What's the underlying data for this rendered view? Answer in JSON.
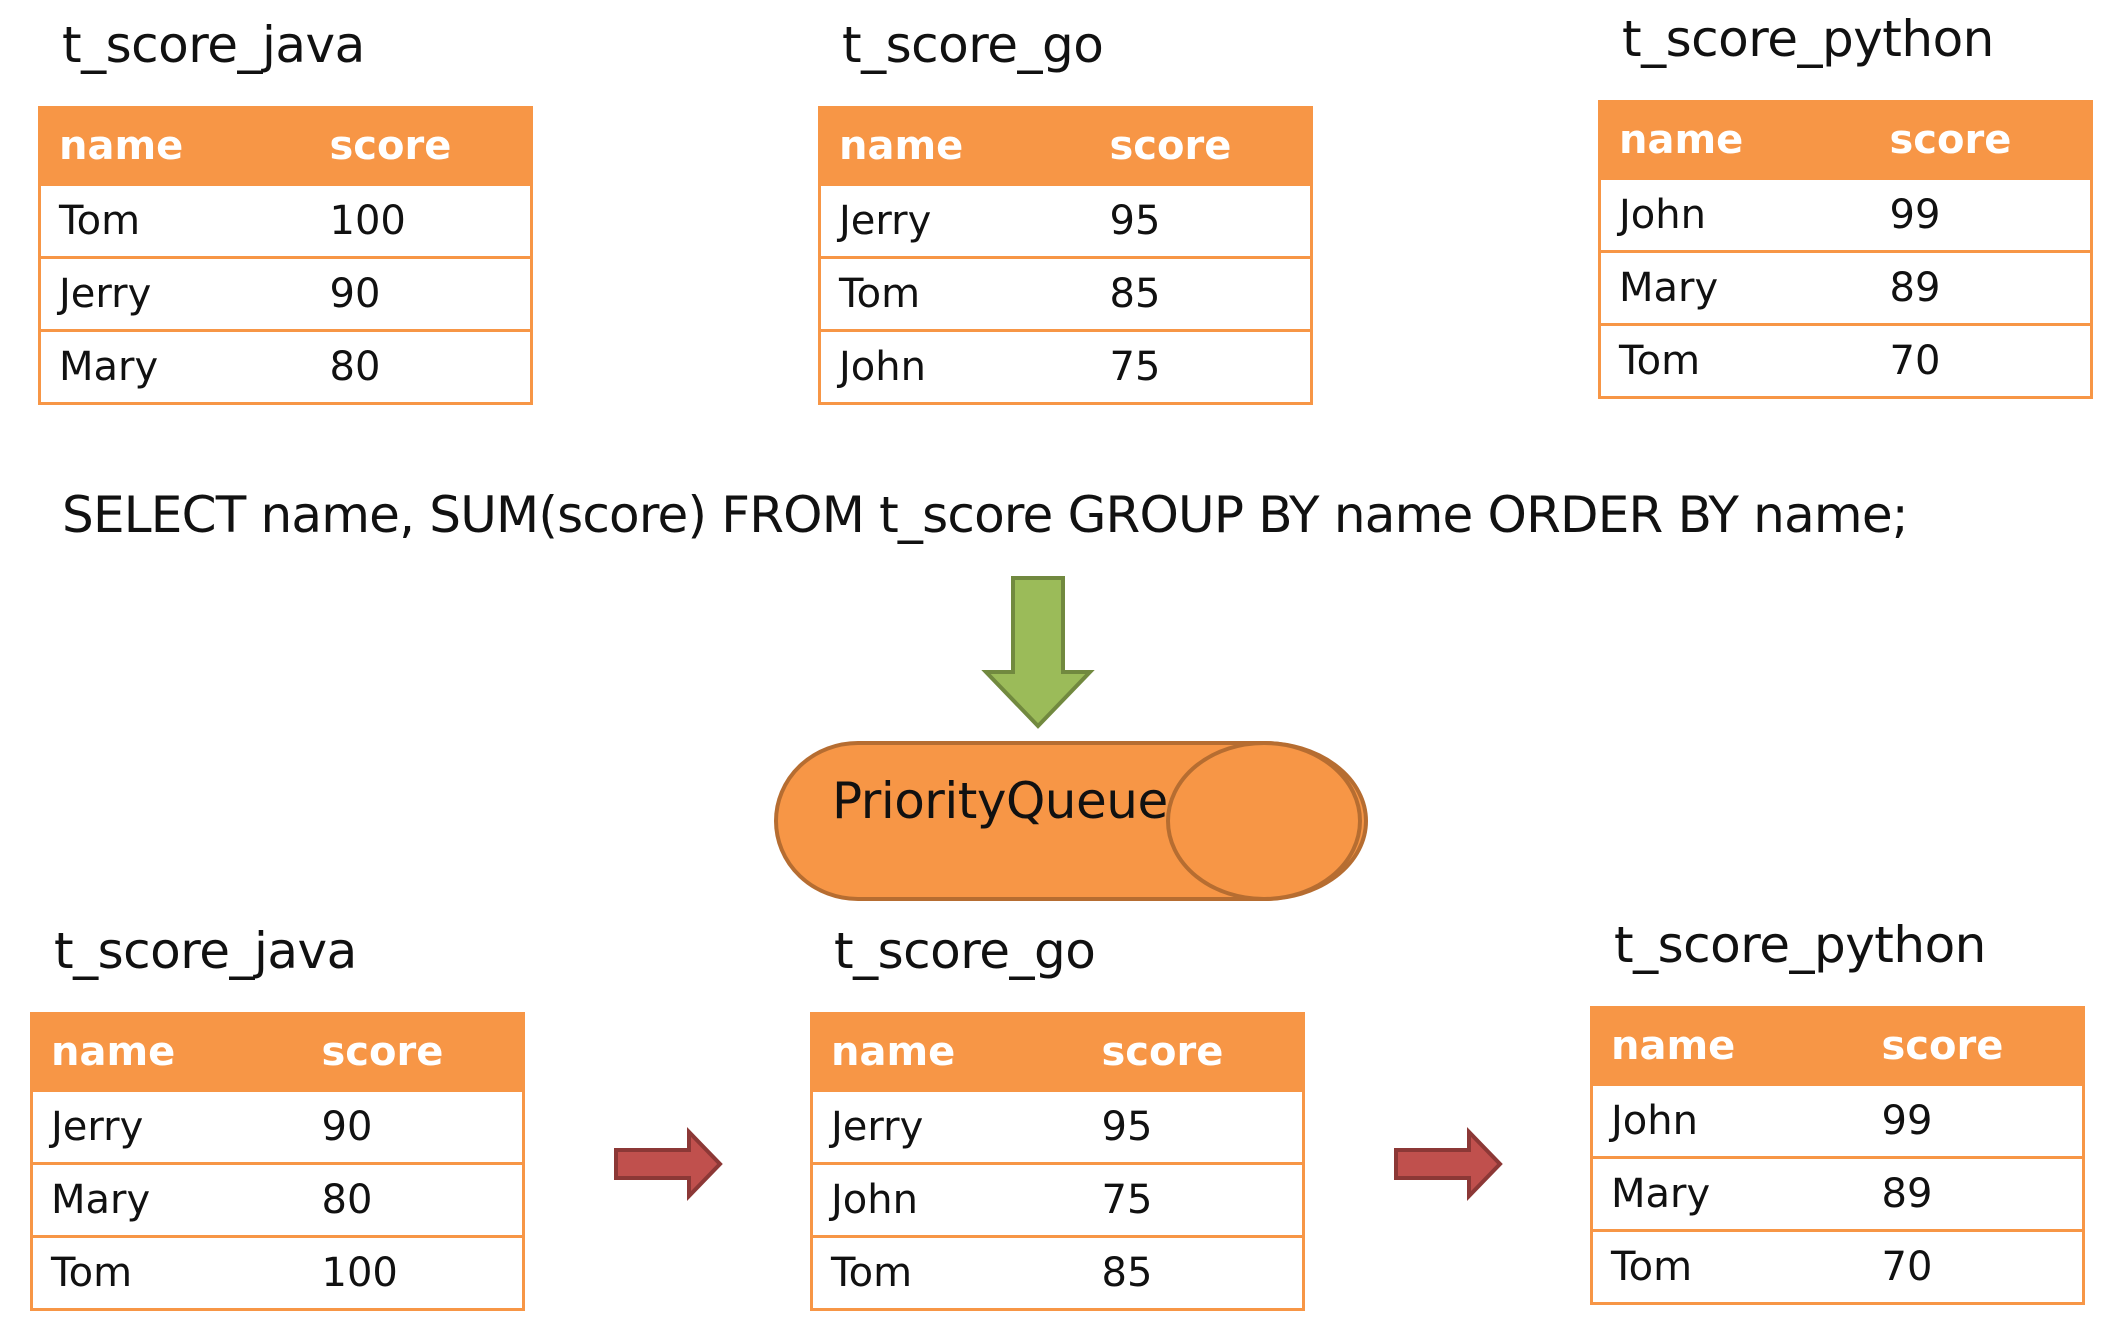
{
  "columns": [
    "name",
    "score"
  ],
  "top_tables": [
    {
      "title": "t_score_java",
      "rows": [
        [
          "Tom",
          "100"
        ],
        [
          "Jerry",
          "90"
        ],
        [
          "Mary",
          "80"
        ]
      ]
    },
    {
      "title": "t_score_go",
      "rows": [
        [
          "Jerry",
          "95"
        ],
        [
          "Tom",
          "85"
        ],
        [
          "John",
          "75"
        ]
      ]
    },
    {
      "title": "t_score_python",
      "rows": [
        [
          "John",
          "99"
        ],
        [
          "Mary",
          "89"
        ],
        [
          "Tom",
          "70"
        ]
      ]
    }
  ],
  "sql": "SELECT name, SUM(score) FROM t_score GROUP BY name ORDER BY name;",
  "queue_label": "PriorityQueue",
  "bottom_tables": [
    {
      "title": "t_score_java",
      "rows": [
        [
          "Jerry",
          "90"
        ],
        [
          "Mary",
          "80"
        ],
        [
          "Tom",
          "100"
        ]
      ]
    },
    {
      "title": "t_score_go",
      "rows": [
        [
          "Jerry",
          "95"
        ],
        [
          "John",
          "75"
        ],
        [
          "Tom",
          "85"
        ]
      ]
    },
    {
      "title": "t_score_python",
      "rows": [
        [
          "John",
          "99"
        ],
        [
          "Mary",
          "89"
        ],
        [
          "Tom",
          "70"
        ]
      ]
    }
  ],
  "colors": {
    "table_header": "#F79646",
    "down_arrow_fill": "#9BBB59",
    "down_arrow_stroke": "#71893F",
    "queue_fill": "#F79646",
    "queue_stroke": "#B66D31",
    "right_arrow_fill": "#C0504D",
    "right_arrow_stroke": "#8C3836"
  },
  "icons": {
    "down_arrow": "green-down-arrow-icon",
    "right_arrow": "red-right-arrow-icon",
    "queue": "cylinder-queue-icon"
  }
}
